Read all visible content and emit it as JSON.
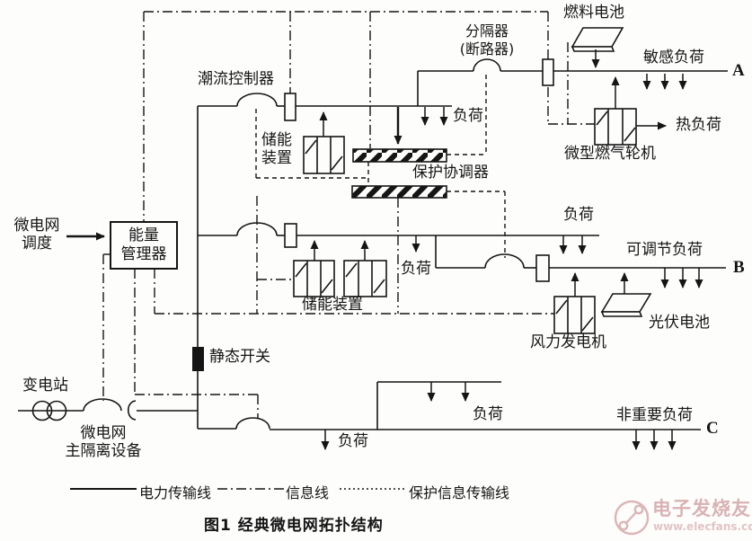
{
  "title": "图1 经典微电网拓扑结构",
  "legend": {
    "power_line": "电力传输线",
    "info_line": "信息线",
    "protection_line": "保护信息传输线"
  },
  "labels": {
    "fuel_cell": "燃料电池",
    "separator_l1": "分隔器",
    "separator_l2": "(断路器)",
    "sensitive_load": "敏感负荷",
    "bus_a": "A",
    "bus_b": "B",
    "bus_c": "C",
    "power_flow_controller": "潮流控制器",
    "storage_l1": "储能",
    "storage_l2": "装置",
    "storage_inline": "储能装置",
    "protection_coordinator": "保护协调器",
    "load": "负荷",
    "heat_load": "热负荷",
    "micro_gas_turbine": "微型燃气轮机",
    "dispatch_l1": "微电网",
    "dispatch_l2": "调度",
    "ems_l1": "能量",
    "ems_l2": "管理器",
    "adjustable_load": "可调节负荷",
    "wind_generator": "风力发电机",
    "pv_cell": "光伏电池",
    "static_switch": "静态开关",
    "substation": "变电站",
    "isolation_l1": "微电网",
    "isolation_l2": "主隔离设备",
    "non_critical_load": "非重要负荷"
  },
  "watermark": {
    "brand": "电子发烧友",
    "url": "www.elecfans.com"
  },
  "colors": {
    "ink": "#151515",
    "watermark_pink": "#d9b2b2",
    "background": "#fdfdfc"
  }
}
